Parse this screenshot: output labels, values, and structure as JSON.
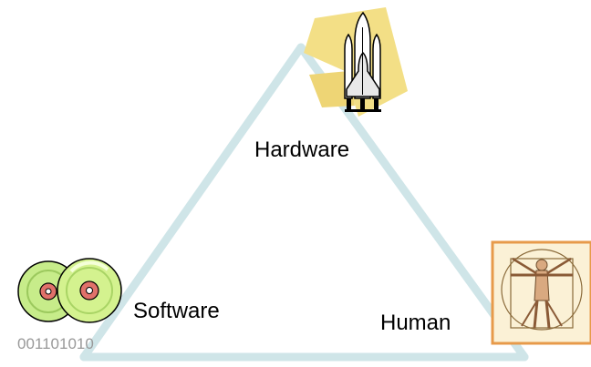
{
  "diagram": {
    "nodes": {
      "hardware": {
        "label": "Hardware",
        "icon": "space-shuttle-icon"
      },
      "software": {
        "label": "Software",
        "icon": "compact-discs-icon",
        "caption": "001101010"
      },
      "human": {
        "label": "Human",
        "icon": "vitruvian-man-icon"
      }
    },
    "colors": {
      "triangle_stroke": "#cfe5e8",
      "shuttle_backdrop": "#f3df86",
      "human_frame": "#e79a4a",
      "human_background": "#fbf1d6",
      "disc": "#c7ec8a",
      "disc_hub": "#e0716a",
      "caption": "#999999"
    }
  }
}
